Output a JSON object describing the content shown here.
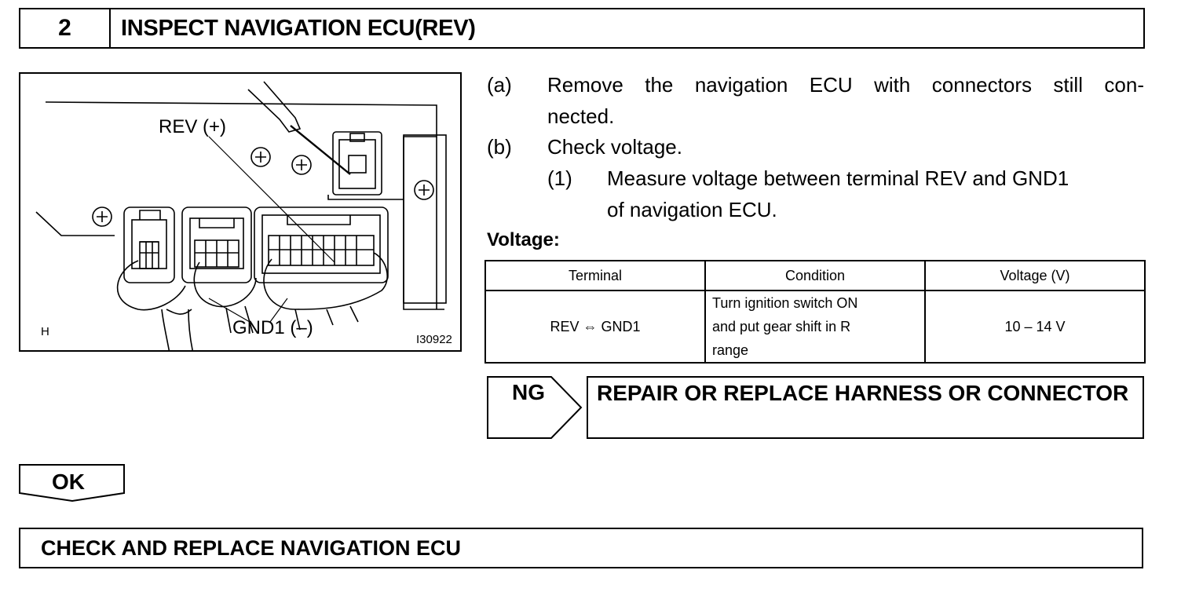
{
  "step": {
    "number": "2",
    "title": "INSPECT NAVIGATION ECU(REV)"
  },
  "figure": {
    "label_rev": "REV (+)",
    "label_gnd": "GND1 (–)",
    "corner_letter": "H",
    "figure_id": "I30922"
  },
  "instructions": {
    "a_tag": "(a)",
    "a_line1": "Remove the navigation ECU with connectors still con-",
    "a_line2": "nected.",
    "b_tag": "(b)",
    "b_text": "Check voltage.",
    "b1_tag": "(1)",
    "b1_line1": "Measure voltage between terminal REV and GND1",
    "b1_line2": "of navigation ECU."
  },
  "voltage_label": "Voltage:",
  "table": {
    "headers": [
      "Terminal",
      "Condition",
      "Voltage (V)"
    ],
    "row": {
      "terminal": "REV ⇔ GND1",
      "condition_line1": "Turn ignition switch ON",
      "condition_line2": "and put gear shift in R",
      "condition_line3": "range",
      "voltage": "10 – 14 V"
    }
  },
  "ng": {
    "label": "NG",
    "action": "REPAIR OR REPLACE HARNESS OR CONNECTOR"
  },
  "ok": {
    "label": "OK"
  },
  "final_step": {
    "text": "CHECK AND REPLACE NAVIGATION ECU"
  }
}
